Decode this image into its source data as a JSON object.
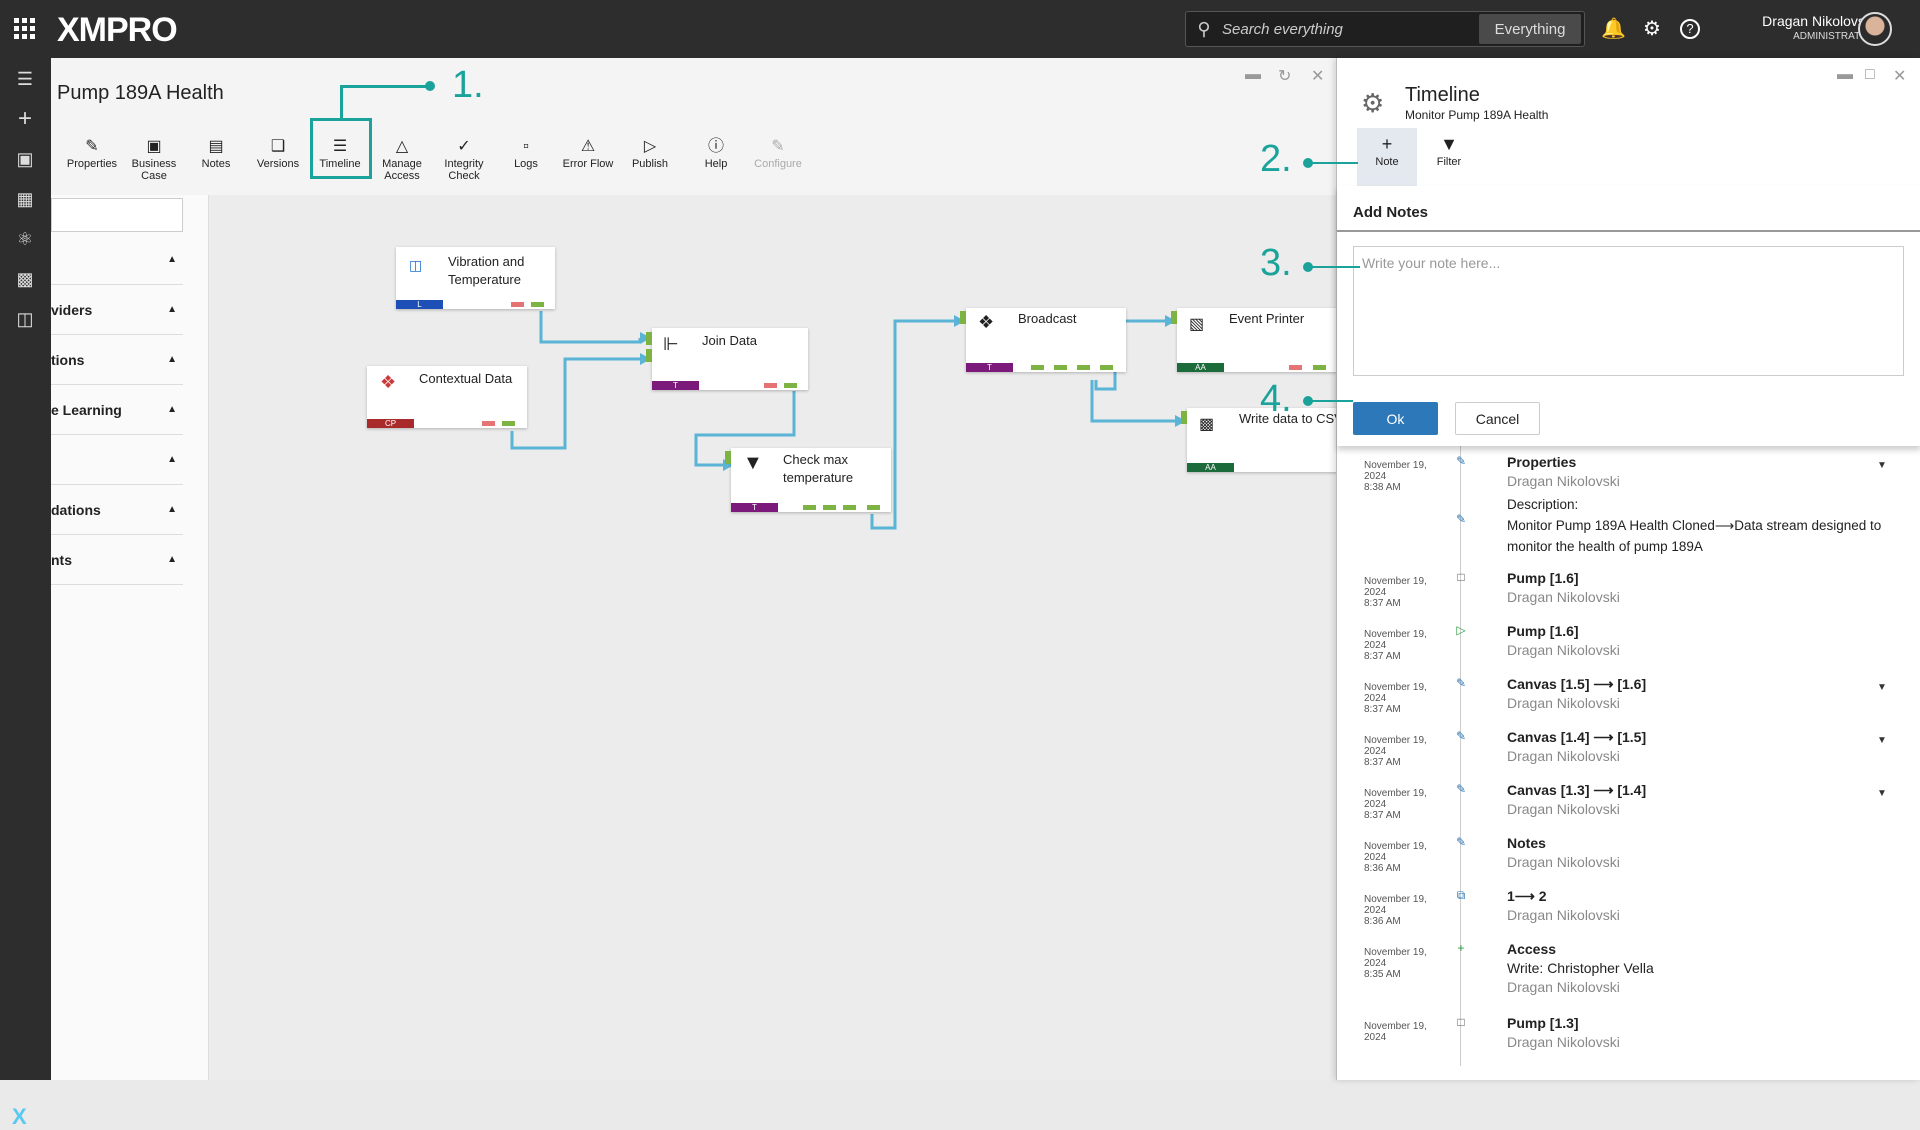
{
  "topbar": {
    "logo": "XMPRO",
    "search_placeholder": "Search everything",
    "search_scope": "Everything",
    "user_name": "Dragan Nikolovski",
    "user_role": "ADMINISTRATOR"
  },
  "main": {
    "title": "Pump 189A Health",
    "toolbar": [
      {
        "label": "Properties",
        "icon": "pencil-icon"
      },
      {
        "label": "Business Case",
        "icon": "briefcase-icon"
      },
      {
        "label": "Notes",
        "icon": "notes-icon"
      },
      {
        "label": "Versions",
        "icon": "versions-icon"
      },
      {
        "label": "Timeline",
        "icon": "timeline-icon"
      },
      {
        "label": "Manage Access",
        "icon": "access-icon"
      },
      {
        "label": "Integrity Check",
        "icon": "check-circle-icon"
      },
      {
        "label": "Logs",
        "icon": "logs-icon"
      },
      {
        "label": "Error Flow",
        "icon": "error-flow-icon"
      },
      {
        "label": "Publish",
        "icon": "play-icon"
      },
      {
        "label": "Help",
        "icon": "help-icon"
      },
      {
        "label": "Configure",
        "icon": "wrench-icon"
      }
    ],
    "sidebar": [
      "viders",
      "tions",
      "e Learning",
      "",
      "dations",
      "nts"
    ]
  },
  "callouts": [
    "1.",
    "2.",
    "3.",
    "4."
  ],
  "nodes": [
    {
      "label1": "Vibration and",
      "label2": "Temperature",
      "badge": "L",
      "badge_color": "#1e4fb6"
    },
    {
      "label1": "Contextual Data",
      "label2": "",
      "badge": "CP",
      "badge_color": "#a82a2a"
    },
    {
      "label1": "Join Data",
      "label2": "",
      "badge": "T",
      "badge_color": "#7b1a7b"
    },
    {
      "label1": "Check max",
      "label2": "temperature",
      "badge": "T",
      "badge_color": "#7b1a7b"
    },
    {
      "label1": "Broadcast",
      "label2": "",
      "badge": "T",
      "badge_color": "#7b1a7b"
    },
    {
      "label1": "Event Printer",
      "label2": "",
      "badge": "AA",
      "badge_color": "#1c6b3a"
    },
    {
      "label1": "Write data to CSV",
      "label2": "",
      "badge": "AA",
      "badge_color": "#1c6b3a"
    }
  ],
  "timeline": {
    "title": "Timeline",
    "subtitle": "Monitor Pump 189A Health",
    "note_label": "Note",
    "filter_label": "Filter",
    "add_notes": "Add Notes",
    "note_placeholder": "Write your note here...",
    "ok": "Ok",
    "cancel": "Cancel",
    "entries": [
      {
        "date": "November 19, 2024",
        "time": "8:38 AM",
        "head": "Properties",
        "user": "Dragan Nikolovski",
        "desc_label": "Description:",
        "desc": "Monitor Pump 189A Health Cloned⟶Data stream designed to monitor the health of pump 189A"
      },
      {
        "date": "November 19, 2024",
        "time": "8:37 AM",
        "head": "Pump [1.6]",
        "user": "Dragan Nikolovski"
      },
      {
        "date": "November 19, 2024",
        "time": "8:37 AM",
        "head": "Pump [1.6]",
        "user": "Dragan Nikolovski"
      },
      {
        "date": "November 19, 2024",
        "time": "8:37 AM",
        "head": "Canvas [1.5] ⟶ [1.6]",
        "user": "Dragan Nikolovski"
      },
      {
        "date": "November 19, 2024",
        "time": "8:37 AM",
        "head": "Canvas [1.4] ⟶ [1.5]",
        "user": "Dragan Nikolovski"
      },
      {
        "date": "November 19, 2024",
        "time": "8:37 AM",
        "head": "Canvas [1.3] ⟶ [1.4]",
        "user": "Dragan Nikolovski"
      },
      {
        "date": "November 19, 2024",
        "time": "8:36 AM",
        "head": "Notes",
        "user": "Dragan Nikolovski"
      },
      {
        "date": "November 19, 2024",
        "time": "8:36 AM",
        "head": "1⟶ 2",
        "user": "Dragan Nikolovski"
      },
      {
        "date": "November 19, 2024",
        "time": "8:35 AM",
        "head": "Access",
        "extra": "Write: Christopher Vella",
        "user": "Dragan Nikolovski"
      },
      {
        "date": "November 19, 2024",
        "time": "",
        "head": "Pump [1.3]",
        "user": "Dragan Nikolovski"
      }
    ]
  }
}
